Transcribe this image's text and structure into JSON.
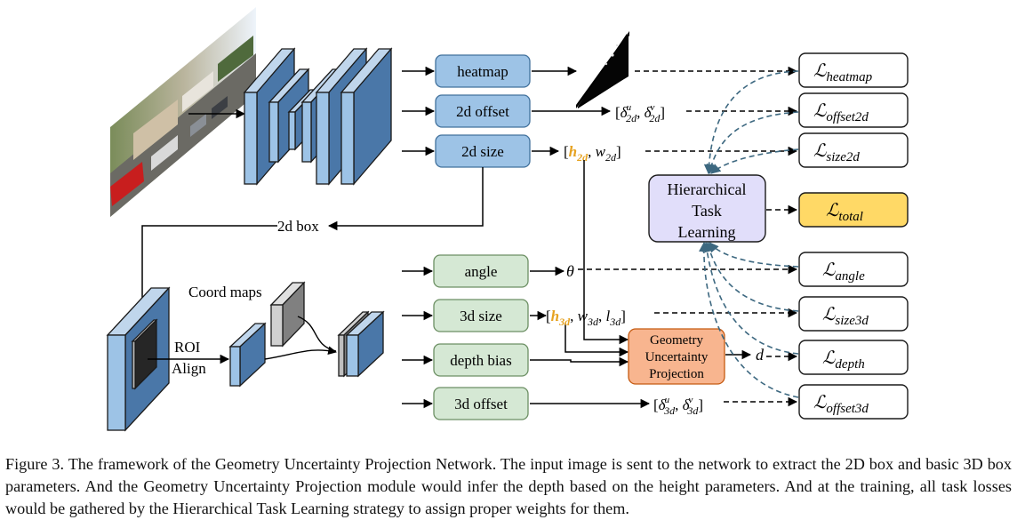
{
  "boxes": {
    "heatmap": "heatmap",
    "offset2d": "2d offset",
    "size2d": "2d size",
    "angle": "angle",
    "size3d": "3d size",
    "depth_bias": "depth bias",
    "offset3d": "3d offset"
  },
  "modules": {
    "htl": [
      "Hierarchical",
      "Task",
      "Learning"
    ],
    "gup": [
      "Geometry",
      "Uncertainty",
      "Projection"
    ]
  },
  "labels": {
    "box2d": "2d box",
    "coord_maps": "Coord maps",
    "roi": "ROI",
    "align": "Align"
  },
  "outputs": {
    "offset2d": {
      "pre": "[",
      "a": "δ",
      "a_sup": "u",
      "a_sub": "2d",
      "sep": ", ",
      "b": "δ",
      "b_sup": "v",
      "b_sub": "2d",
      "post": "]"
    },
    "size2d": {
      "pre": "[",
      "h": "h",
      "h_sub": "2d",
      "sep": ", ",
      "w": "w",
      "w_sub": "2d",
      "post": "]"
    },
    "angle": "θ",
    "size3d": {
      "pre": "[",
      "h": "h",
      "h_sub": "3d",
      "sep1": ", ",
      "w": "w",
      "w_sub": "3d",
      "sep2": ", ",
      "l": "l",
      "l_sub": "3d",
      "post": "]"
    },
    "depth": "d",
    "offset3d": {
      "pre": "[",
      "a": "δ",
      "a_sup": "u",
      "a_sub": "3d",
      "sep": ", ",
      "b": "δ",
      "b_sup": "v",
      "b_sub": "3d",
      "post": "]"
    }
  },
  "losses": {
    "symbol": "ℒ",
    "heatmap": "heatmap",
    "offset2d": "offset2d",
    "size2d": "size2d",
    "total": "total",
    "angle": "angle",
    "size3d": "size3d",
    "depth": "depth",
    "offset3d": "offset3d"
  },
  "caption": "Figure 3. The framework of the Geometry Uncertainty Projection Network. The input image is sent to the network to extract the 2D box and basic 3D box parameters. And the Geometry Uncertainty Projection module would infer the depth based on the height parameters. And at the training, all task losses would be gathered by the Hierarchical Task Learning strategy to assign proper weights for them.",
  "colors": {
    "blue_box": "#9dc3e6",
    "green_box": "#d5e8d4",
    "htl_box": "#e1defa",
    "gup_box": "#f8b58f",
    "total_box": "#ffd966",
    "highlight": "#e6a220",
    "dash_arrow": "#3d6880"
  }
}
